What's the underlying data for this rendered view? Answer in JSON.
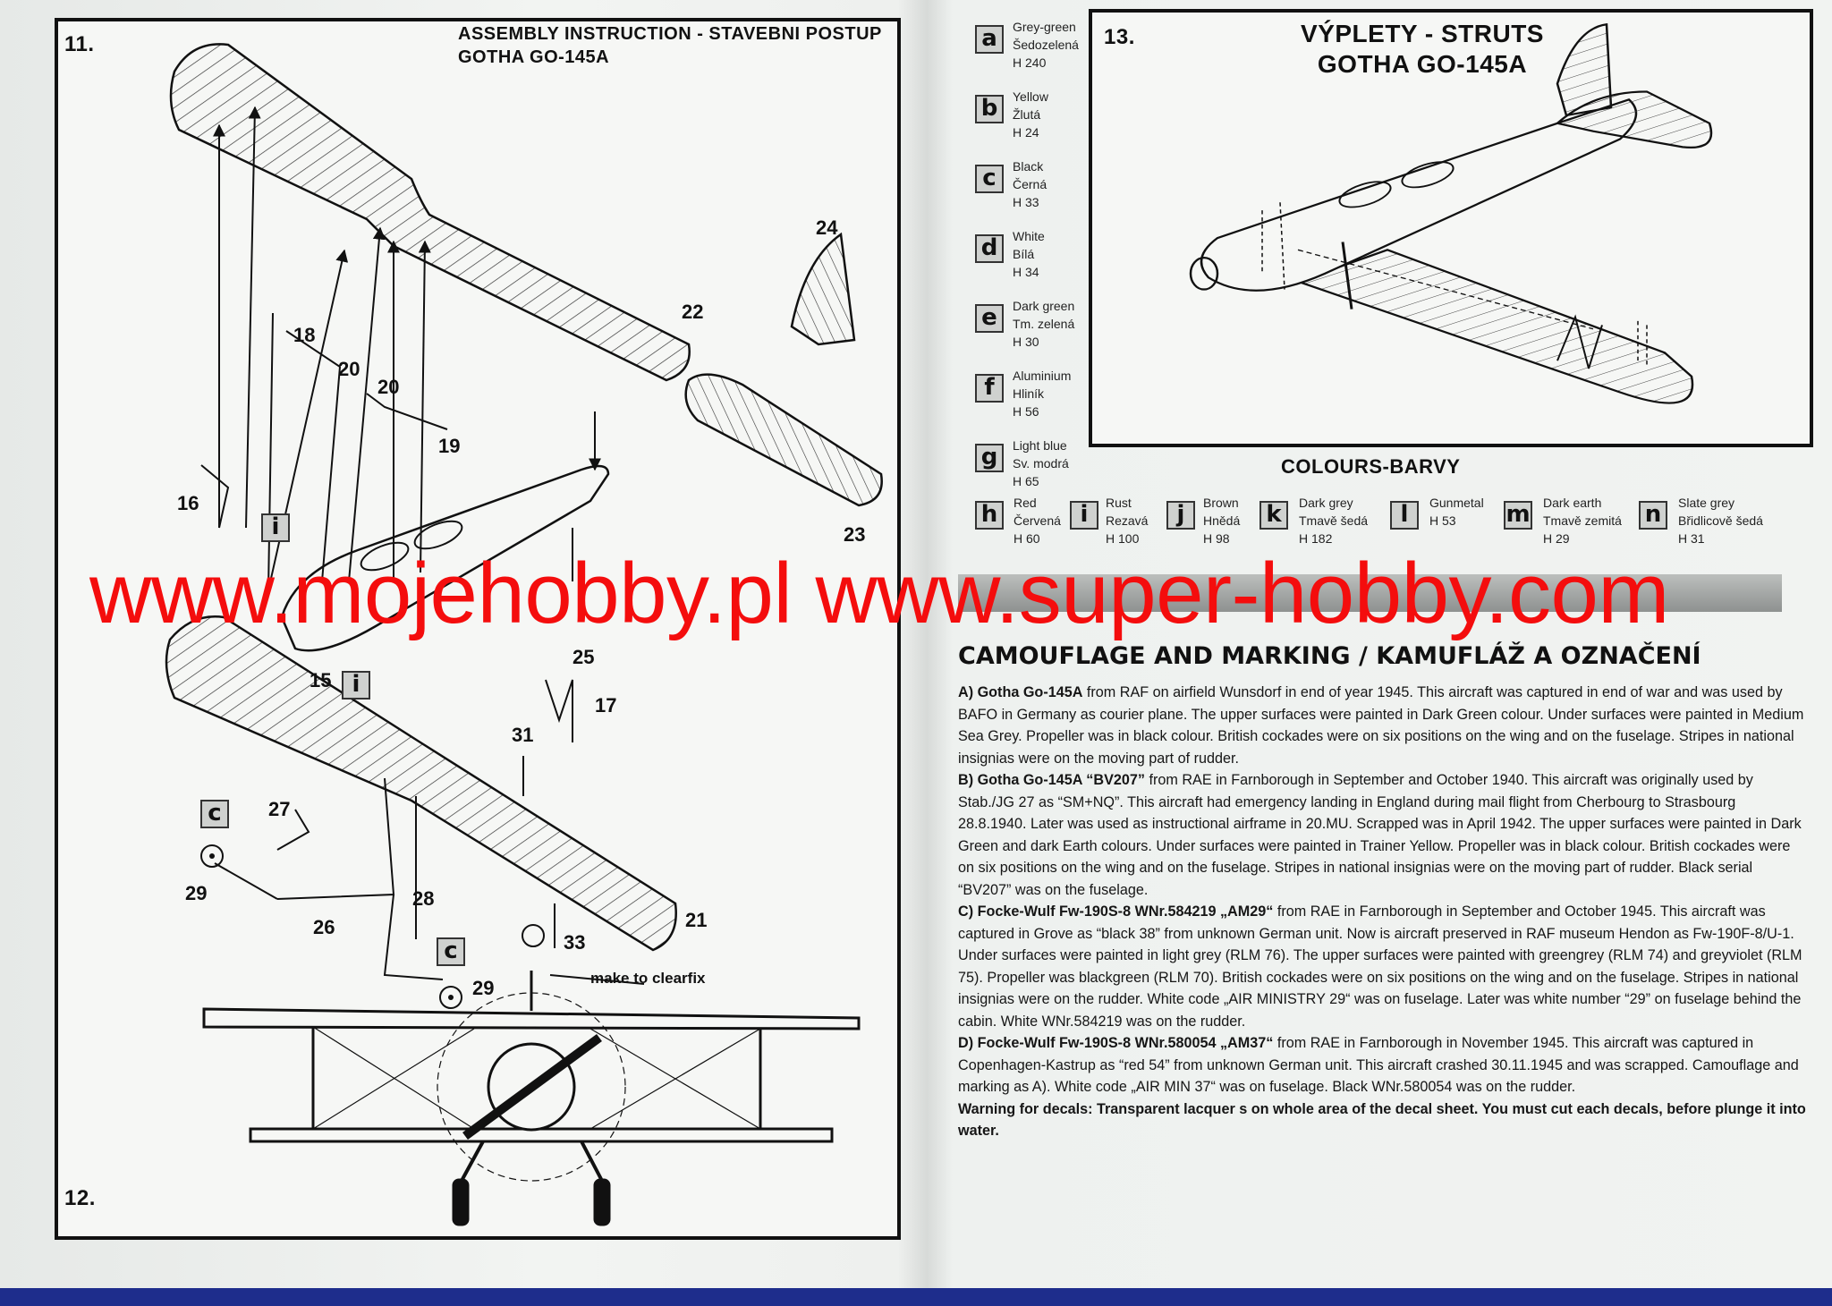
{
  "left_page": {
    "step_11": "11.",
    "step_12": "12.",
    "header_line1": "ASSEMBLY INSTRUCTION - STAVEBNI POSTUP",
    "header_line2": "GOTHA GO-145A",
    "parts": [
      "24",
      "22",
      "18",
      "20",
      "20",
      "19",
      "16",
      "23",
      "25",
      "15",
      "17",
      "31",
      "27",
      "29",
      "28",
      "21",
      "26",
      "33",
      "29"
    ],
    "callouts": [
      "i",
      "i",
      "c",
      "c"
    ],
    "clearfix_note": "make to clearfix"
  },
  "right_page": {
    "step_13": "13.",
    "struts_title1": "VÝPLETY - STRUTS",
    "struts_title2": "GOTHA GO-145A",
    "colours_title": "COLOURS-BARVY",
    "colours": [
      {
        "code": "a",
        "en": "Grey-green",
        "cz": "Šedozelená",
        "h": "H 240"
      },
      {
        "code": "b",
        "en": "Yellow",
        "cz": "Žlutá",
        "h": "H 24"
      },
      {
        "code": "c",
        "en": "Black",
        "cz": "Černá",
        "h": "H 33"
      },
      {
        "code": "d",
        "en": "White",
        "cz": "Bílá",
        "h": "H 34"
      },
      {
        "code": "e",
        "en": "Dark green",
        "cz": "Tm. zelená",
        "h": "H 30"
      },
      {
        "code": "f",
        "en": "Aluminium",
        "cz": "Hliník",
        "h": "H 56"
      },
      {
        "code": "g",
        "en": "Light blue",
        "cz": "Sv. modrá",
        "h": "H 65"
      },
      {
        "code": "h",
        "en": "Red",
        "cz": "Červená",
        "h": "H 60"
      },
      {
        "code": "i",
        "en": "Rust",
        "cz": "Rezavá",
        "h": "H 100"
      },
      {
        "code": "j",
        "en": "Brown",
        "cz": "Hnědá",
        "h": "H 98"
      },
      {
        "code": "k",
        "en": "Dark grey",
        "cz": "Tmavě šedá",
        "h": "H 182"
      },
      {
        "code": "l",
        "en": "Gunmetal",
        "cz": "",
        "h": "H 53"
      },
      {
        "code": "m",
        "en": "Dark earth",
        "cz": "Tmavě zemitá",
        "h": "H 29"
      },
      {
        "code": "n",
        "en": "Slate grey",
        "cz": "Břidlicově šedá",
        "h": "H 31"
      }
    ],
    "camouflage_title": "CAMOUFLAGE AND MARKING / KAMUFLÁŽ A OZNAČENÍ",
    "schemes": [
      {
        "head": "A) Gotha Go-145A",
        "body": " from RAF on airfield Wunsdorf in end of year 1945. This aircraft was captured in end of war and was used by BAFO in Germany as courier plane. The upper surfaces were painted in Dark Green colour. Under surfaces were painted in Medium Sea Grey. Propeller was in black colour. British cockades were on six positions on the wing and on the fuselage. Stripes in national insignias were on the moving part of rudder."
      },
      {
        "head": "B) Gotha Go-145A “BV207”",
        "body": " from RAE in Farnborough in September and October 1940. This aircraft was originally used by Stab./JG 27 as “SM+NQ”. This aircraft had emergency landing in England during mail flight from Cherbourg to Strasbourg 28.8.1940. Later was used as instructional airframe in 20.MU. Scrapped was in April 1942.  The upper surfaces were painted in Dark Green and dark Earth colours. Under surfaces were painted in Trainer Yellow. Propeller was in black colour. British cockades were on six positions on the wing and on the fuselage. Stripes in national insignias were on the moving part of rudder. Black serial “BV207” was on the fuselage."
      },
      {
        "head": "C) Focke-Wulf Fw-190S-8 WNr.584219 „AM29“",
        "body": " from RAE in Farnborough in September and October 1945. This aircraft was captured in Grove as “black 38” from unknown German unit. Now is aircraft preserved in RAF museum Hendon as Fw-190F-8/U-1. Under surfaces were painted in light grey (RLM 76). The upper surfaces were painted with greengrey (RLM 74) and greyviolet (RLM 75). Propeller was blackgreen (RLM 70). British cockades were on six positions on the wing and on the fuselage. Stripes in national insignias were on the rudder. White code „AIR MINISTRY 29“ was on fuselage. Later was white number “29” on fuselage behind the cabin. White WNr.584219 was on the rudder."
      },
      {
        "head": "D) Focke-Wulf Fw-190S-8 WNr.580054 „AM37“",
        "body": " from RAE in Farnborough in November 1945. This aircraft was captured in Copenhagen-Kastrup as “red 54” from unknown German unit. This aircraft crashed 30.11.1945 and was scrapped. Camouflage and marking as A). White code „AIR MIN 37“ was on fuselage. Black WNr.580054 was on the rudder."
      },
      {
        "head": "Warning for decals:",
        "body": " Transparent lacquer s on whole area of the decal sheet. You must cut each decals, before plunge it into water."
      }
    ]
  },
  "watermark": "www.mojehobby.pl www.super-hobby.com",
  "colors": {
    "watermark": "#f40d0d",
    "ink": "#111111",
    "paper": "#f2f4f2",
    "table_edge": "#1e2d8c"
  }
}
